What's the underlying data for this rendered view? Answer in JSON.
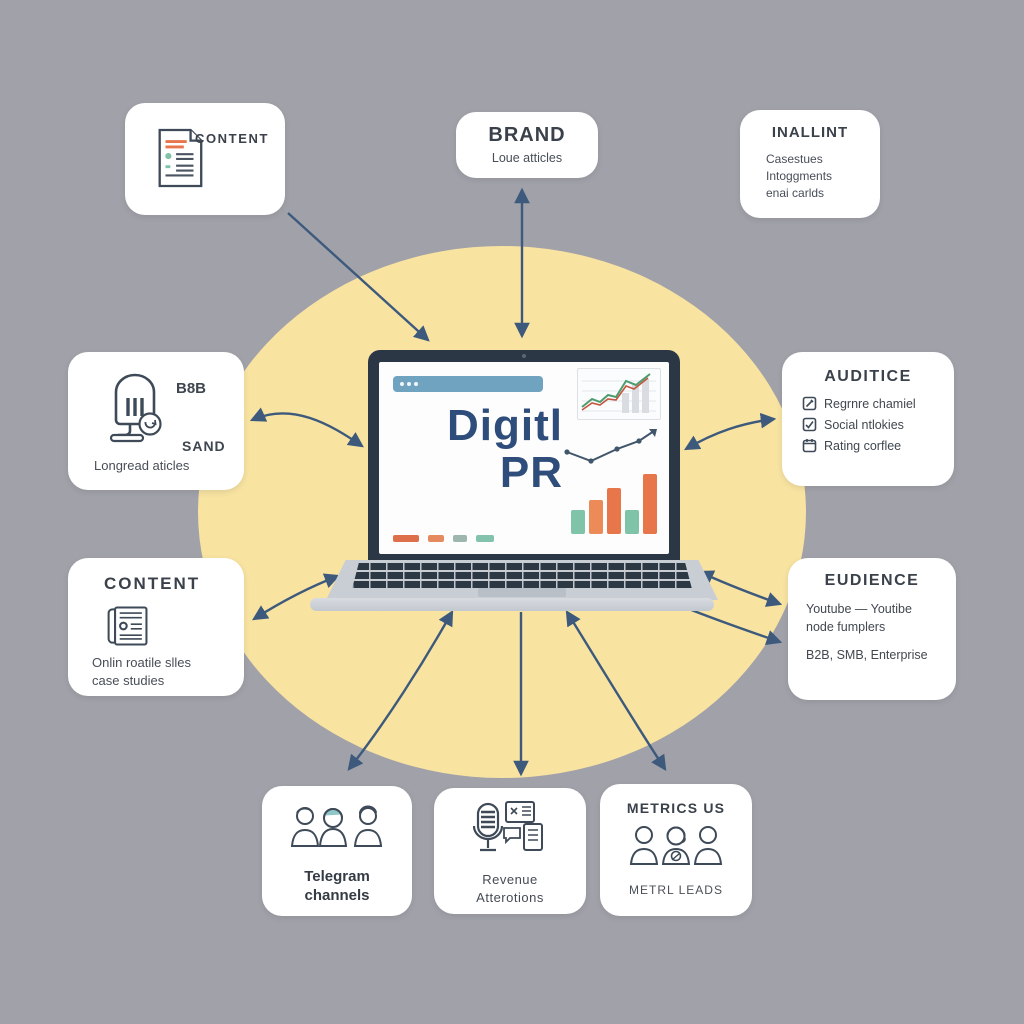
{
  "canvas": {
    "bg_color": "#a1a1a9",
    "ellipse_color": "#f8e3a1",
    "arrow_color": "#3d5a7d",
    "card_bg": "#ffffff"
  },
  "laptop": {
    "screen_title_line1": "Digitl",
    "screen_title_line2": "PR",
    "title_color": "#2e4d7b",
    "browser_bar_color": "#6fa3bf",
    "charts": {
      "bar_colors": [
        "#7fc3a8",
        "#ec8a58",
        "#e8764b",
        "#7fc3a8",
        "#e8764b"
      ],
      "bar_heights": [
        24,
        34,
        46,
        24,
        60
      ],
      "dash_colors": [
        "#dd6f4a",
        "#e58a5f",
        "#9db7ae",
        "#84c3ab"
      ],
      "dash_widths": [
        26,
        16,
        14,
        18
      ]
    }
  },
  "cards": {
    "content_top": {
      "title": "CONTENT",
      "icon": "document-icon"
    },
    "brand": {
      "title": "BRAND",
      "subtitle": "Loue atticles"
    },
    "inallint": {
      "title": "INALLINT",
      "lines": [
        "Casestues",
        "Intoggments",
        "enai carlds"
      ]
    },
    "b8b": {
      "label_top": "B8B",
      "label_bottom": "SAND",
      "caption": "Longread aticles",
      "icon": "microphone-icon"
    },
    "auditice": {
      "title": "AUDITICE",
      "items": [
        {
          "icon": "edit-square-icon",
          "label": "Regrnre chamiel"
        },
        {
          "icon": "checkbox-checked-icon",
          "label": "Social ntlokies"
        },
        {
          "icon": "note-icon",
          "label": "Rating corflee"
        }
      ]
    },
    "content_left": {
      "title": "CONTENT",
      "lines": [
        "Onlin roatile slles",
        "case studies"
      ],
      "icon": "newspaper-icon"
    },
    "eudience": {
      "title": "EUDIENCE",
      "lines": [
        "Youtube  —  Youtibe",
        "node fumplers",
        "B2B, SMB, Enterprise"
      ]
    },
    "telegram": {
      "title_line1": "Telegram",
      "title_line2": "channels",
      "icon": "people-group-icon"
    },
    "revenue": {
      "title_line1": "Revenue",
      "title_line2": "Atterotions",
      "icon": "microphone-documents-icon"
    },
    "metrics": {
      "title": "METRICS US",
      "caption": "METRL LEADS",
      "icon": "people-group-headset-icon"
    }
  }
}
